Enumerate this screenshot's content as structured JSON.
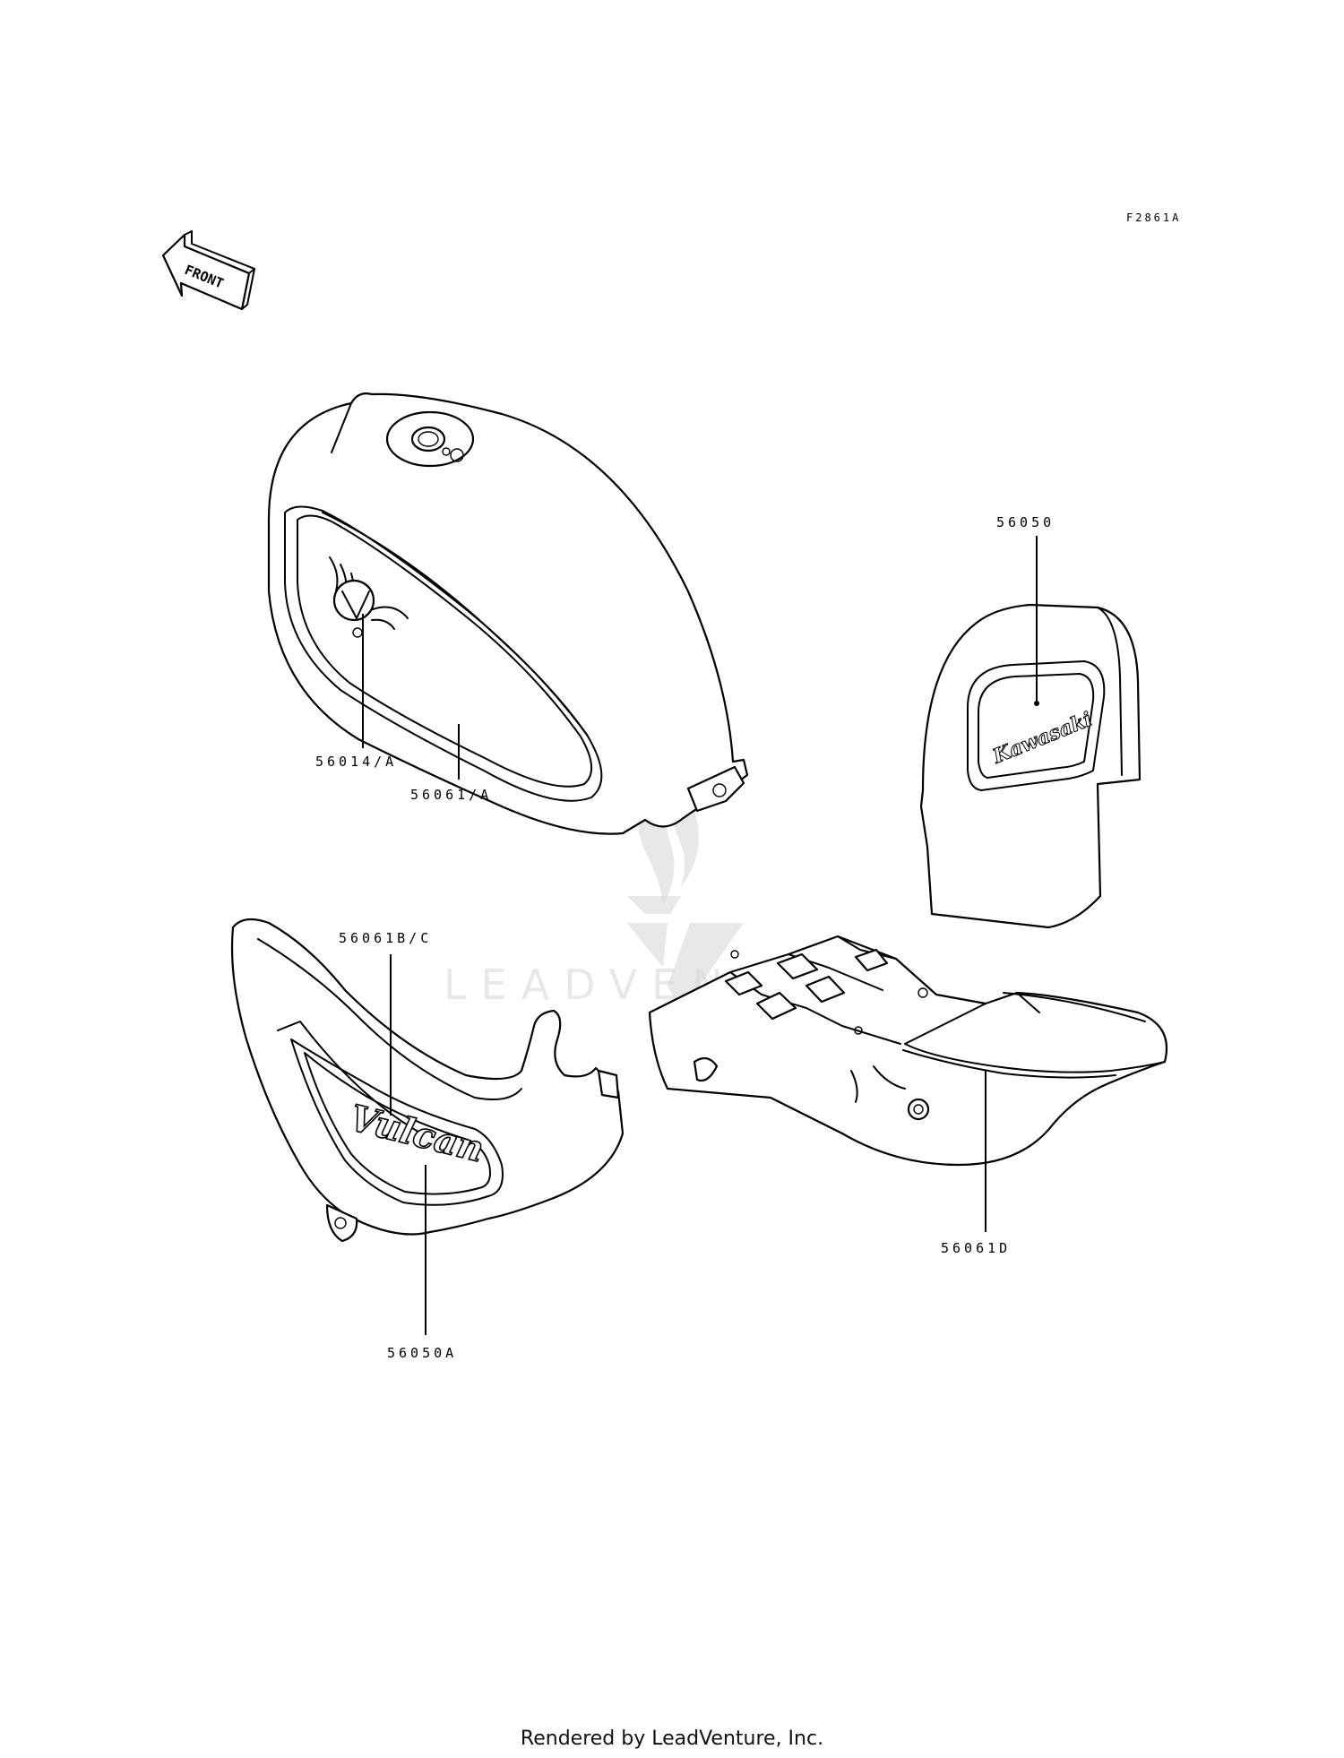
{
  "diagram_code": "F2861A",
  "front_arrow_label": "FRONT",
  "callouts": {
    "tank_emblem": "56014/A",
    "tank_stripe": "56061/A",
    "backrest_emblem": "56050",
    "side_cover_stripe": "56061B/C",
    "side_cover_emblem": "56050A",
    "fender_stripe": "56061D"
  },
  "decal_text": {
    "backrest": "Kawasaki",
    "side_cover": "Vulcan"
  },
  "watermark": "LEADVENTURE",
  "footer": "Rendered by LeadVenture, Inc."
}
